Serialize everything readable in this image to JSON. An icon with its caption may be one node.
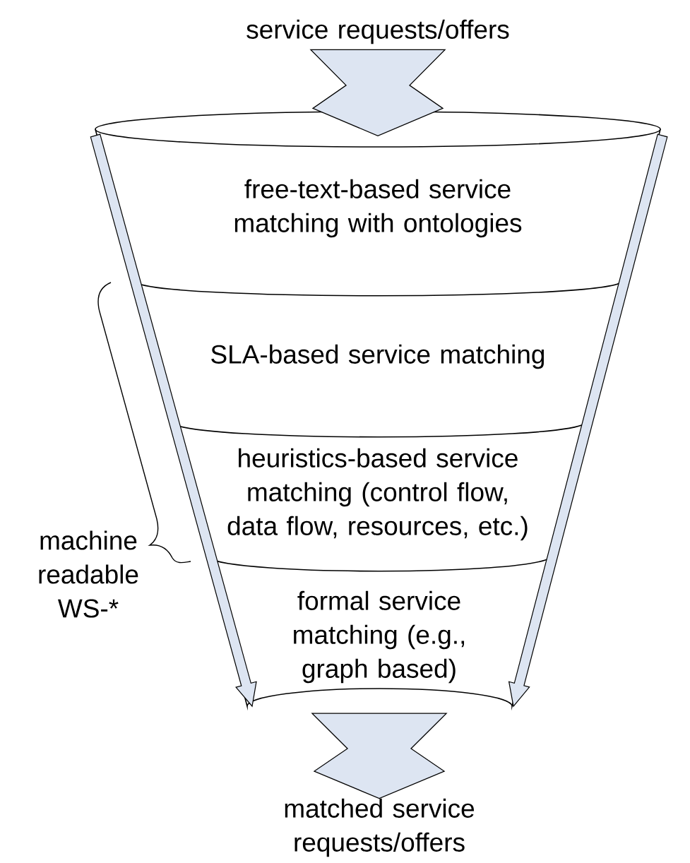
{
  "diagram": {
    "nodes": [
      {
        "text": [
          "service requests/offers"
        ]
      },
      {
        "text": [
          "free-text-based service matching with ontologies"
        ]
      },
      {
        "text": [
          "SLA-based service matching"
        ]
      },
      {
        "text": [
          "heuristics-based service matching (control flow, data flow, resources, etc.)"
        ]
      },
      {
        "text": [
          "formal service matching (e.g., graph based)"
        ]
      },
      {
        "text": [
          "matched service requests/offers"
        ]
      }
    ],
    "edges": [
      {
        "from": 0,
        "to": 1,
        "arrow": "to"
      },
      {
        "from": 4,
        "to": 5,
        "arrow": "to"
      }
    ],
    "labels": [
      "machine readable WS-*"
    ]
  }
}
